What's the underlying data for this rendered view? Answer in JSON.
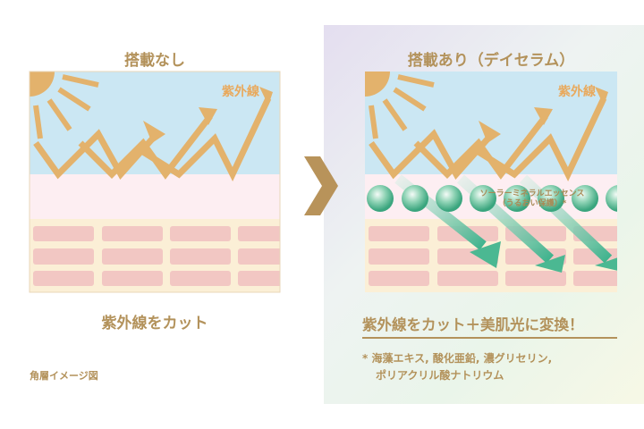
{
  "left": {
    "title": "搭載なし",
    "uv_label": "紫外線",
    "caption": "紫外線をカット"
  },
  "right": {
    "title": "搭載あり（デイセラム）",
    "uv_label": "紫外線",
    "essence_line1": "ソーラーミネラルエッセンス",
    "essence_line2": "（うるおい保護）*",
    "caption": "紫外線をカット＋美肌光に変換！",
    "note_line1": "* 海藻エキス, 酸化亜鉛, 濃グリセリン,",
    "note_line2": "ポリアクリル酸ナトリウム"
  },
  "footnote": "角層イメージ図",
  "colors": {
    "gold": "#b3925b",
    "sky": "#cbe7f3",
    "arrow": "#e3b26c",
    "green": "#5dbf9c",
    "cell": "#f2c7c3"
  }
}
